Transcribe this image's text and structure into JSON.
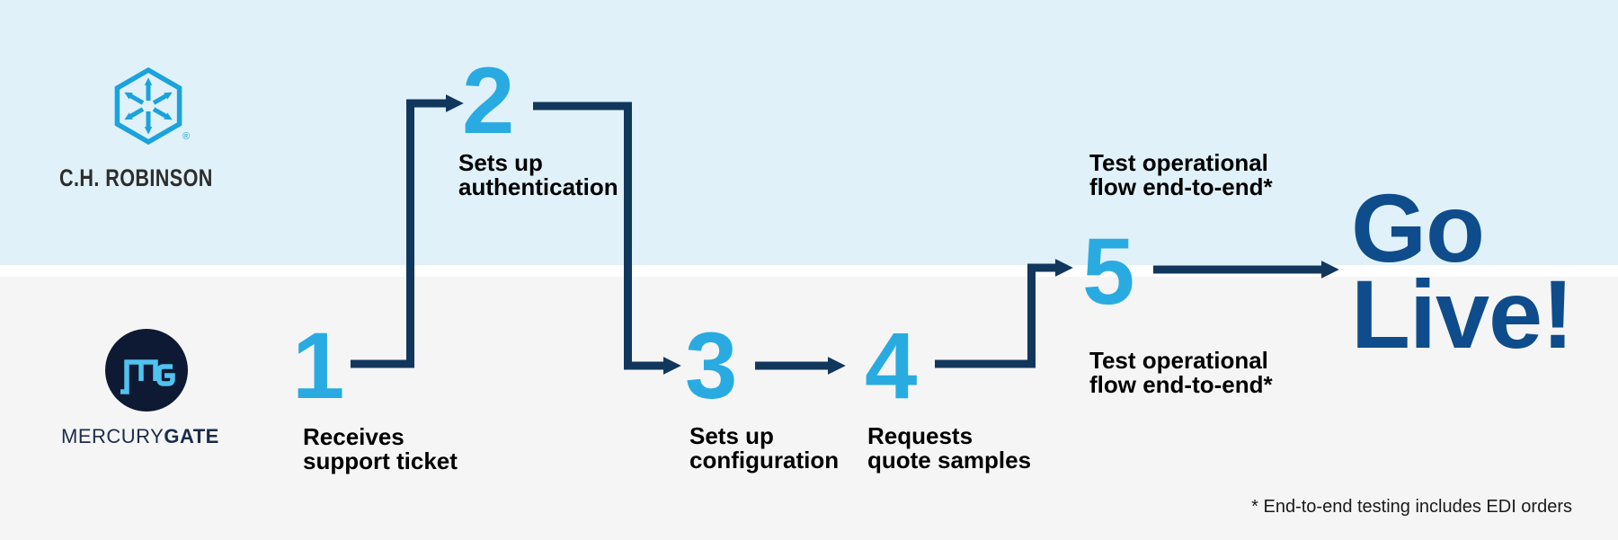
{
  "companies": {
    "top": {
      "name": "C.H. Robinson",
      "wordmark": "C.H. ROBINSON",
      "registered_mark": "®",
      "logo_icon": "chrobinson-hexagon-arrows-icon",
      "logo_color": "#1AA3DC",
      "wordmark_color": "#2D2D2D"
    },
    "bottom": {
      "name": "MercuryGate",
      "wordmark_regular": "MERCURY",
      "wordmark_bold": "GATE",
      "monogram": "MG",
      "logo_icon": "mercurygate-circle-monogram-icon",
      "circle_color": "#0E1A33",
      "monogram_color": "#4FC3F0",
      "wordmark_color": "#1B2B4A"
    }
  },
  "steps": [
    {
      "number": "1",
      "label": "Receives\nsupport ticket",
      "lane": "bottom"
    },
    {
      "number": "2",
      "label": "Sets up\nauthentication",
      "lane": "top"
    },
    {
      "number": "3",
      "label": "Sets up\nconfiguration",
      "lane": "bottom"
    },
    {
      "number": "4",
      "label": "Requests\nquote samples",
      "lane": "bottom"
    },
    {
      "number": "5",
      "label_above": "Test operational\nflow end-to-end*",
      "label_below": "Test operational\nflow end-to-end*",
      "lane": "middle"
    }
  ],
  "outcome": {
    "text": "Go\nLive!"
  },
  "footnote": "* End-to-end testing includes EDI orders",
  "colors": {
    "step_number": "#29ABE2",
    "flow_arrow": "#12375D",
    "go_live_text": "#0F4C8C",
    "top_lane_background": "#E0F1FA",
    "bottom_lane_background": "#F5F5F5",
    "divider": "#FFFFFF",
    "label_text": "#000000"
  }
}
